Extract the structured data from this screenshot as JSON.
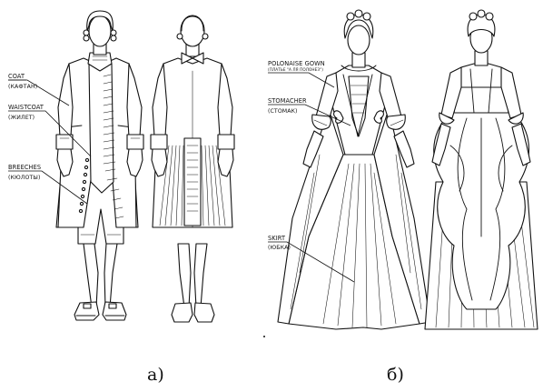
{
  "labels": {
    "coat": "COAT",
    "coat_ru": "(КАФТАН)",
    "waistcoat": "WAISTCOAT",
    "waistcoat_ru": "(ЖИЛЕТ)",
    "breeches": "BREECHES",
    "breeches_ru": "(КЮЛОТЫ)",
    "polonaise": "POLONAISE GOWN",
    "polonaise_ru": "(ПЛАТЬЕ \"А ЛЯ ПОЛОНЕЗ\")",
    "stomacher": "STOMACHER",
    "stomacher_ru": "(СТОМАК)",
    "skirt": "SKIRT",
    "skirt_ru": "(ЮБКА)"
  },
  "captions": {
    "left": "а)",
    "right": "б)"
  }
}
